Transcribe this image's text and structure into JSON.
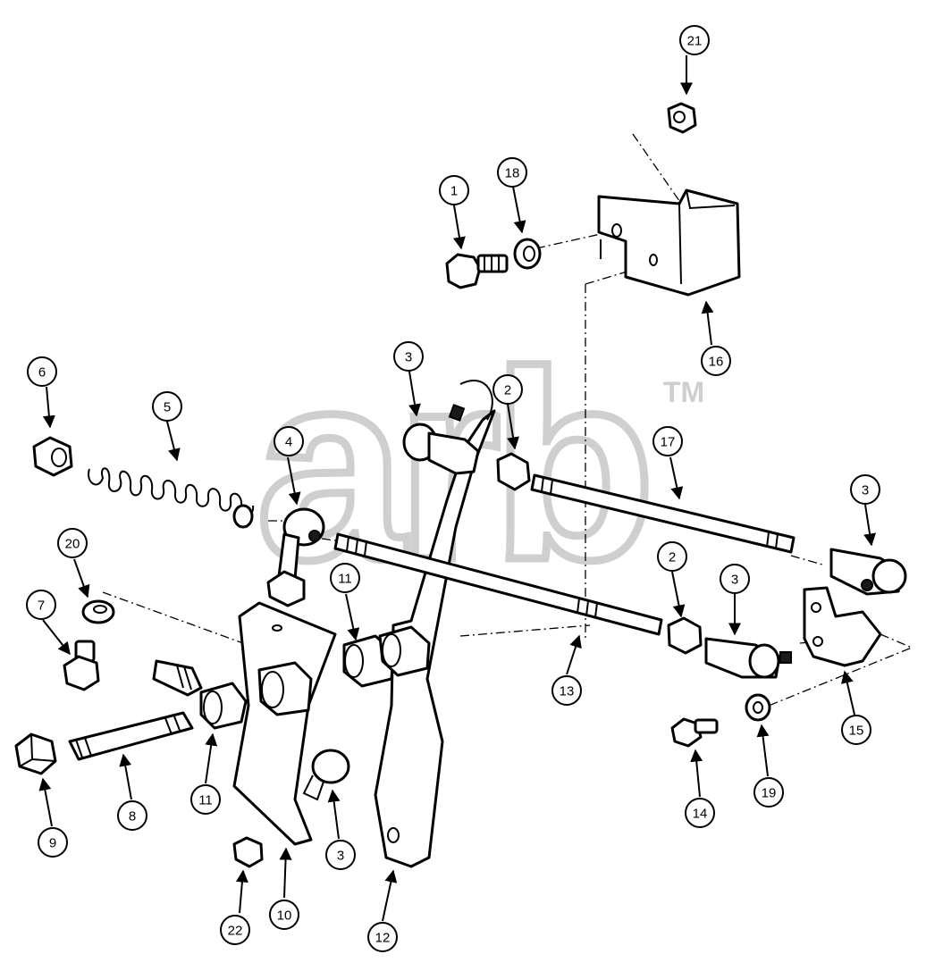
{
  "watermark": {
    "text": "arb",
    "trademark": "TM",
    "color": "#d4d4d4"
  },
  "callouts": [
    {
      "id": "c1",
      "label": "1"
    },
    {
      "id": "c2a",
      "label": "2"
    },
    {
      "id": "c2b",
      "label": "2"
    },
    {
      "id": "c3a",
      "label": "3"
    },
    {
      "id": "c3b",
      "label": "3"
    },
    {
      "id": "c3c",
      "label": "3"
    },
    {
      "id": "c3d",
      "label": "3"
    },
    {
      "id": "c4",
      "label": "4"
    },
    {
      "id": "c5",
      "label": "5"
    },
    {
      "id": "c6",
      "label": "6"
    },
    {
      "id": "c7",
      "label": "7"
    },
    {
      "id": "c8",
      "label": "8"
    },
    {
      "id": "c9",
      "label": "9"
    },
    {
      "id": "c10",
      "label": "10"
    },
    {
      "id": "c11a",
      "label": "11"
    },
    {
      "id": "c11b",
      "label": "11"
    },
    {
      "id": "c12",
      "label": "12"
    },
    {
      "id": "c13",
      "label": "13"
    },
    {
      "id": "c14",
      "label": "14"
    },
    {
      "id": "c15",
      "label": "15"
    },
    {
      "id": "c16",
      "label": "16"
    },
    {
      "id": "c17",
      "label": "17"
    },
    {
      "id": "c18",
      "label": "18"
    },
    {
      "id": "c19",
      "label": "19"
    },
    {
      "id": "c20",
      "label": "20"
    },
    {
      "id": "c21",
      "label": "21"
    },
    {
      "id": "c22",
      "label": "22"
    }
  ]
}
